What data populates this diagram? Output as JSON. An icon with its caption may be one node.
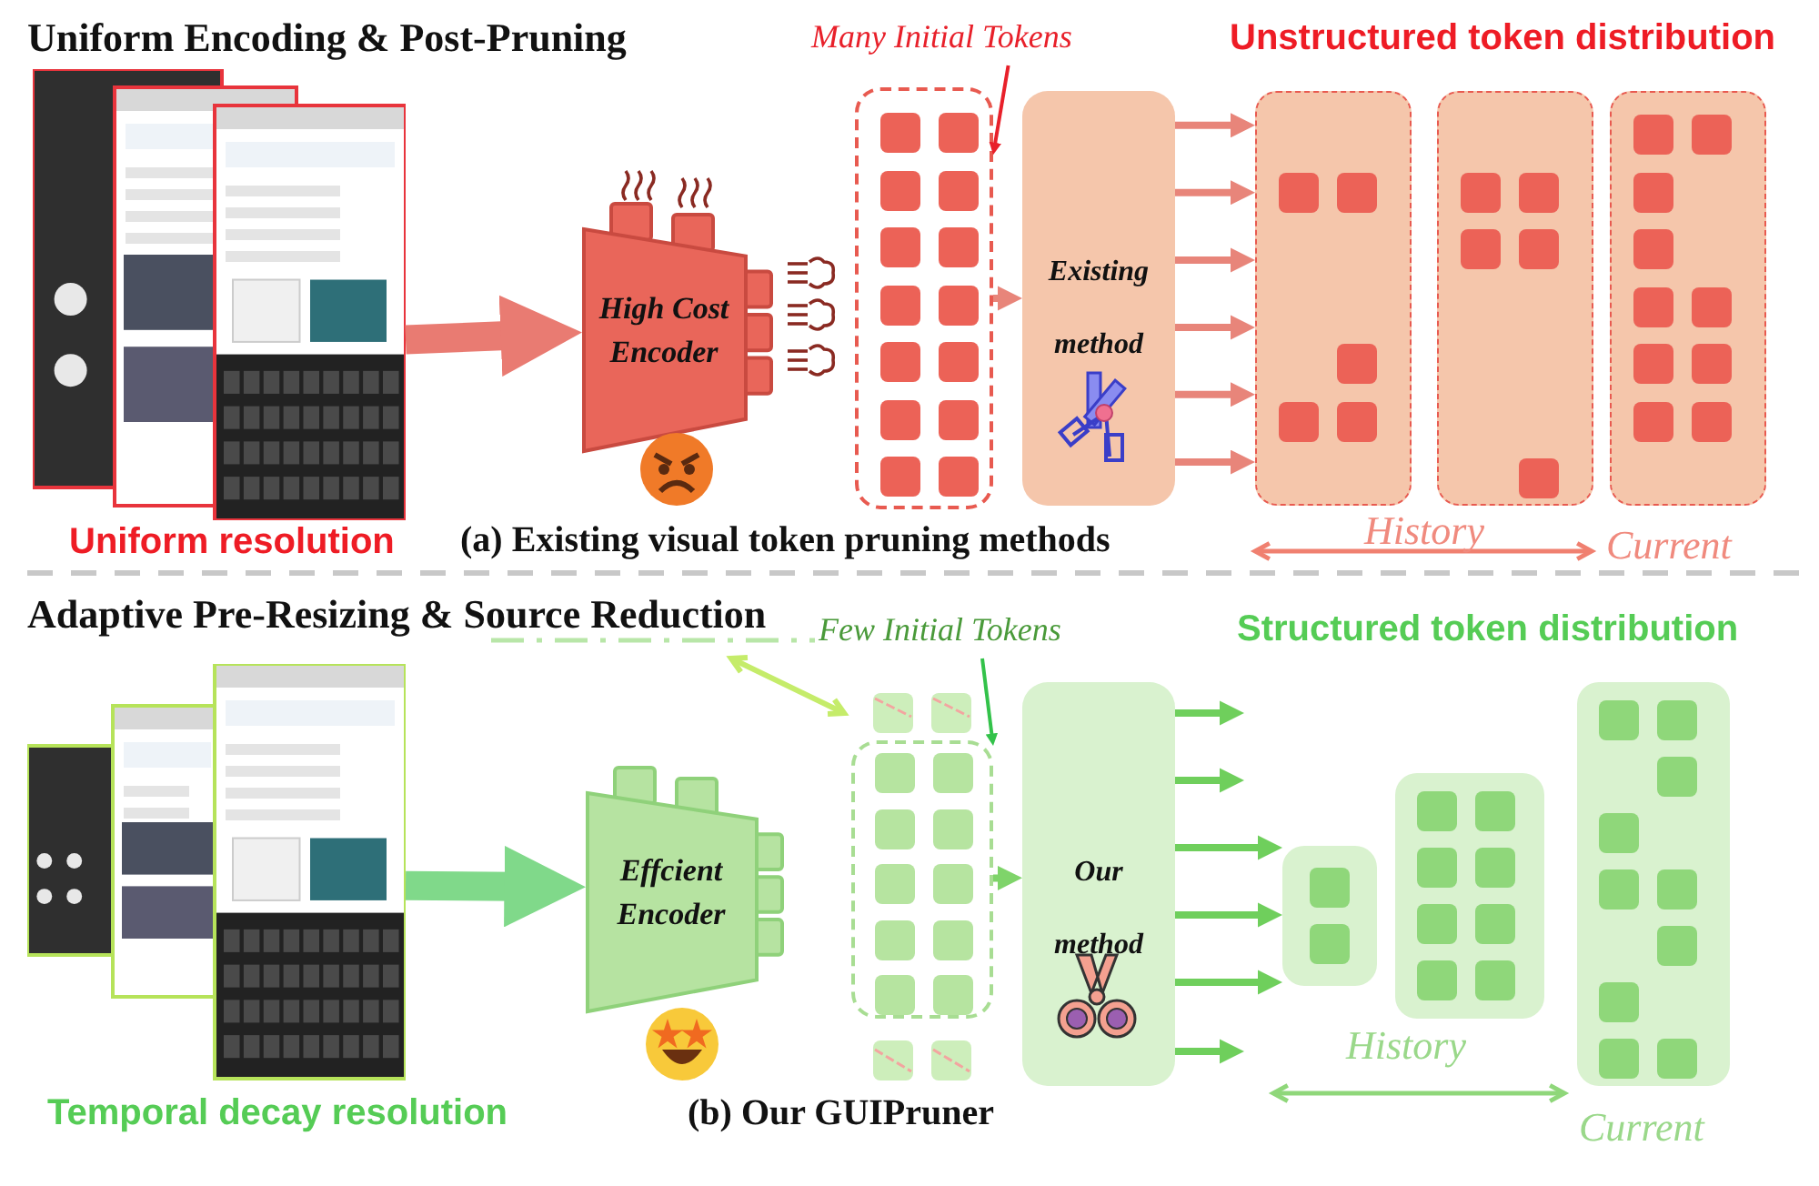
{
  "diagram": {
    "nodes": [
      {
        "text": [],
        "shape": "picture",
        "beside": [
          "Uniform resolution"
        ]
      },
      {
        "text": [
          "Many Initial Tokens"
        ]
      },
      {
        "text": [
          "High Cost Encoder"
        ]
      },
      {
        "text": [],
        "shape": "box"
      },
      {
        "text": [
          "Existing method"
        ]
      },
      {
        "text": [],
        "shape": "box"
      },
      {
        "text": [],
        "shape": "box"
      },
      {
        "text": [],
        "shape": "box"
      },
      {
        "text": [
          "Few Initial Tokens"
        ]
      },
      {
        "text": [],
        "shape": "picture",
        "beside": [
          "Temporal decay resolution"
        ]
      },
      {
        "text": [
          "Effcient Encoder"
        ]
      },
      {
        "text": [],
        "shape": "box"
      },
      {
        "text": [
          "Our method"
        ]
      },
      {
        "text": [],
        "shape": "box"
      },
      {
        "text": [],
        "shape": "box"
      },
      {
        "text": [],
        "shape": "box"
      }
    ],
    "edges": [
      {
        "from": 0,
        "to": 2,
        "arrow": "to",
        "style": "thick",
        "color": "#e97b72"
      },
      {
        "from": 1,
        "to": 3,
        "arrow": "to",
        "color": "#e8202a"
      },
      {
        "from": 3,
        "to": 4,
        "arrow": "to",
        "color": "#e8857a"
      },
      {
        "from": 4,
        "to": 5,
        "arrow": "to",
        "color": "#e8857a"
      },
      {
        "from": 4,
        "to": 5,
        "arrow": "to",
        "color": "#e8857a"
      },
      {
        "from": 4,
        "to": 5,
        "arrow": "to",
        "color": "#e8857a"
      },
      {
        "from": 4,
        "to": 5,
        "arrow": "to",
        "color": "#e8857a"
      },
      {
        "from": 4,
        "to": 5,
        "arrow": "to",
        "color": "#e8857a"
      },
      {
        "from": 4,
        "to": 5,
        "arrow": "to",
        "color": "#e8857a"
      },
      {
        "from": 9,
        "to": 10,
        "arrow": "to",
        "style": "thick",
        "color": "#80d98a"
      },
      {
        "from": 8,
        "to": 11,
        "arrow": "to",
        "color": "#33c24a"
      },
      {
        "from": 11,
        "to": 12,
        "arrow": "to",
        "color": "#7fd46a"
      },
      {
        "from": 12,
        "to": null,
        "arrow": "to",
        "color": "#6fcf5c"
      },
      {
        "from": 12,
        "to": null,
        "arrow": "to",
        "color": "#6fcf5c"
      },
      {
        "from": 12,
        "to": 13,
        "arrow": "to",
        "color": "#6fcf5c"
      },
      {
        "from": 12,
        "to": 13,
        "arrow": "to",
        "color": "#6fcf5c"
      },
      {
        "from": 12,
        "to": 13,
        "arrow": "to",
        "color": "#6fcf5c"
      },
      {
        "from": 12,
        "to": null,
        "arrow": "to",
        "color": "#6fcf5c"
      }
    ],
    "labels": [
      "Uniform Encoding & Post-Pruning",
      "Unstructured token distribution",
      "(a) Existing visual token pruning methods",
      "History",
      "Current",
      "Adaptive Pre-Resizing & Source Reduction",
      "Structured token distribution",
      "(b) Our GUIPruner",
      "History",
      "Current"
    ]
  }
}
